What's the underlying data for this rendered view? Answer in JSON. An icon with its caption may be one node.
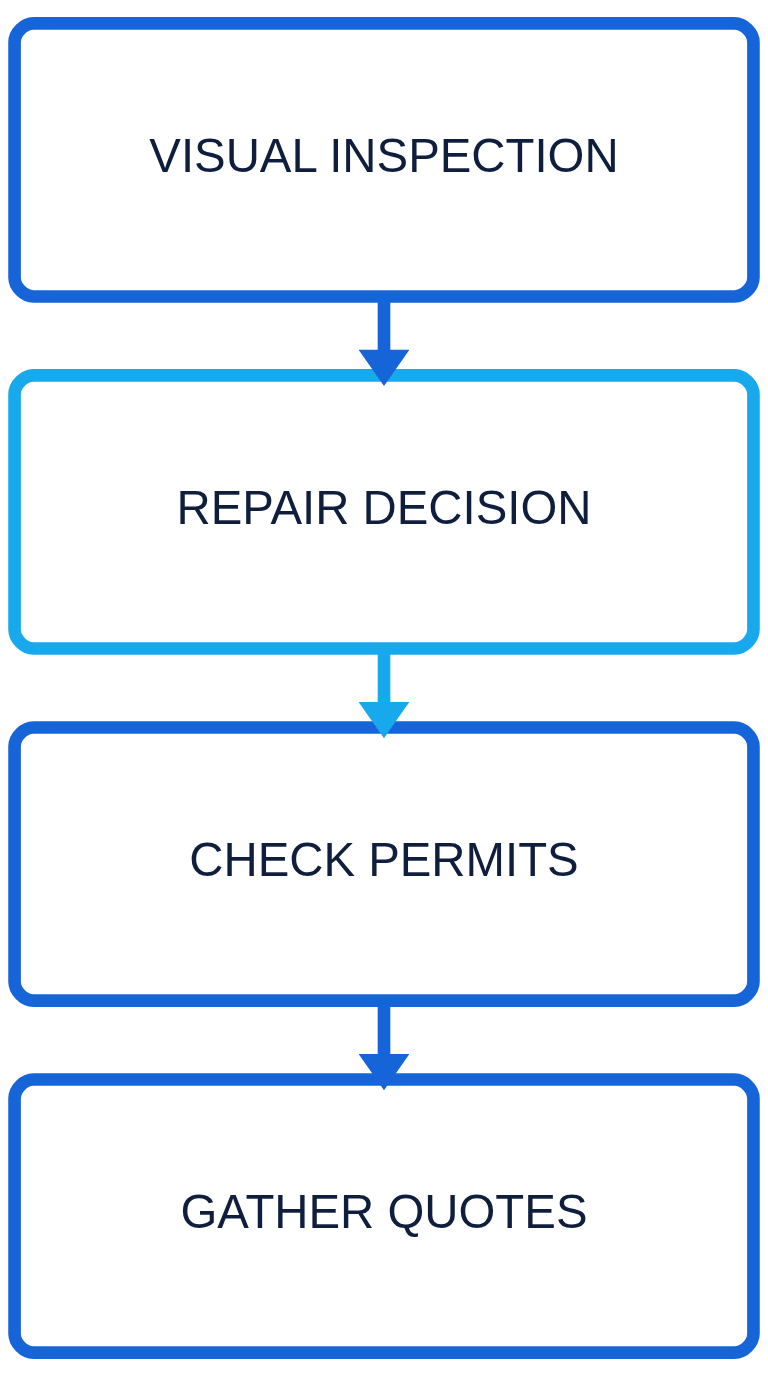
{
  "diagram": {
    "nodes": [
      {
        "text": [
          "VISUAL INSPECTION"
        ]
      },
      {
        "text": [
          "REPAIR DECISION"
        ]
      },
      {
        "text": [
          "CHECK PERMITS"
        ]
      },
      {
        "text": [
          "GATHER QUOTES"
        ]
      }
    ],
    "edges": [
      {
        "from": 0,
        "to": 1,
        "arrow": "to"
      },
      {
        "from": 1,
        "to": 2,
        "arrow": "to",
        "color": "#18a8ec"
      },
      {
        "from": 2,
        "to": 3,
        "arrow": "to"
      }
    ]
  }
}
